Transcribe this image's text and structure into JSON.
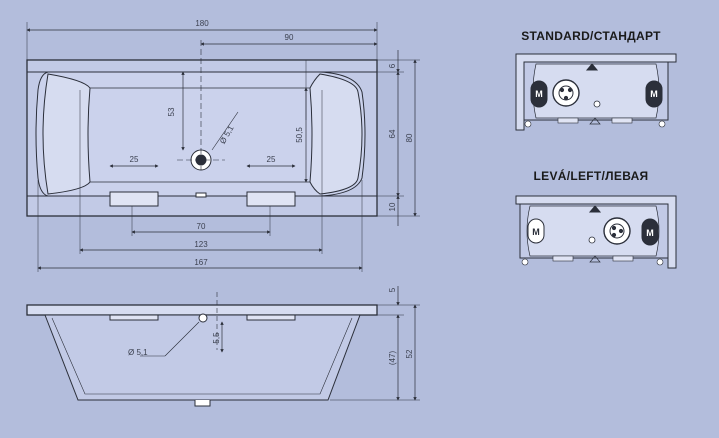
{
  "colors": {
    "background": "#b3bddc",
    "line": "#2b2f3a",
    "tub_fill": "#c2cae6",
    "rim_fill": "#d6dcf0"
  },
  "top_view": {
    "dim_180": "180",
    "dim_90": "90",
    "dim_53": "53",
    "dim_d51": "Ø 5,1",
    "dim_505": "50,5",
    "dim_25a": "25",
    "dim_25b": "25",
    "dim_70": "70",
    "dim_123": "123",
    "dim_167": "167",
    "dim_6": "6",
    "dim_64": "64",
    "dim_80": "80",
    "dim_10": "10"
  },
  "side_view": {
    "dim_5": "5",
    "dim_55": "5,5",
    "dim_d51": "Ø 5,1",
    "dim_47": "(47)",
    "dim_52": "52"
  },
  "standard_panel": {
    "heading": "STANDARD/СТАНДАРТ",
    "motor_left": "M",
    "motor_right": "M"
  },
  "left_panel": {
    "heading": "LEVÁ/LEFT/ЛЕВАЯ",
    "motor_left": "M",
    "motor_right": "M"
  }
}
